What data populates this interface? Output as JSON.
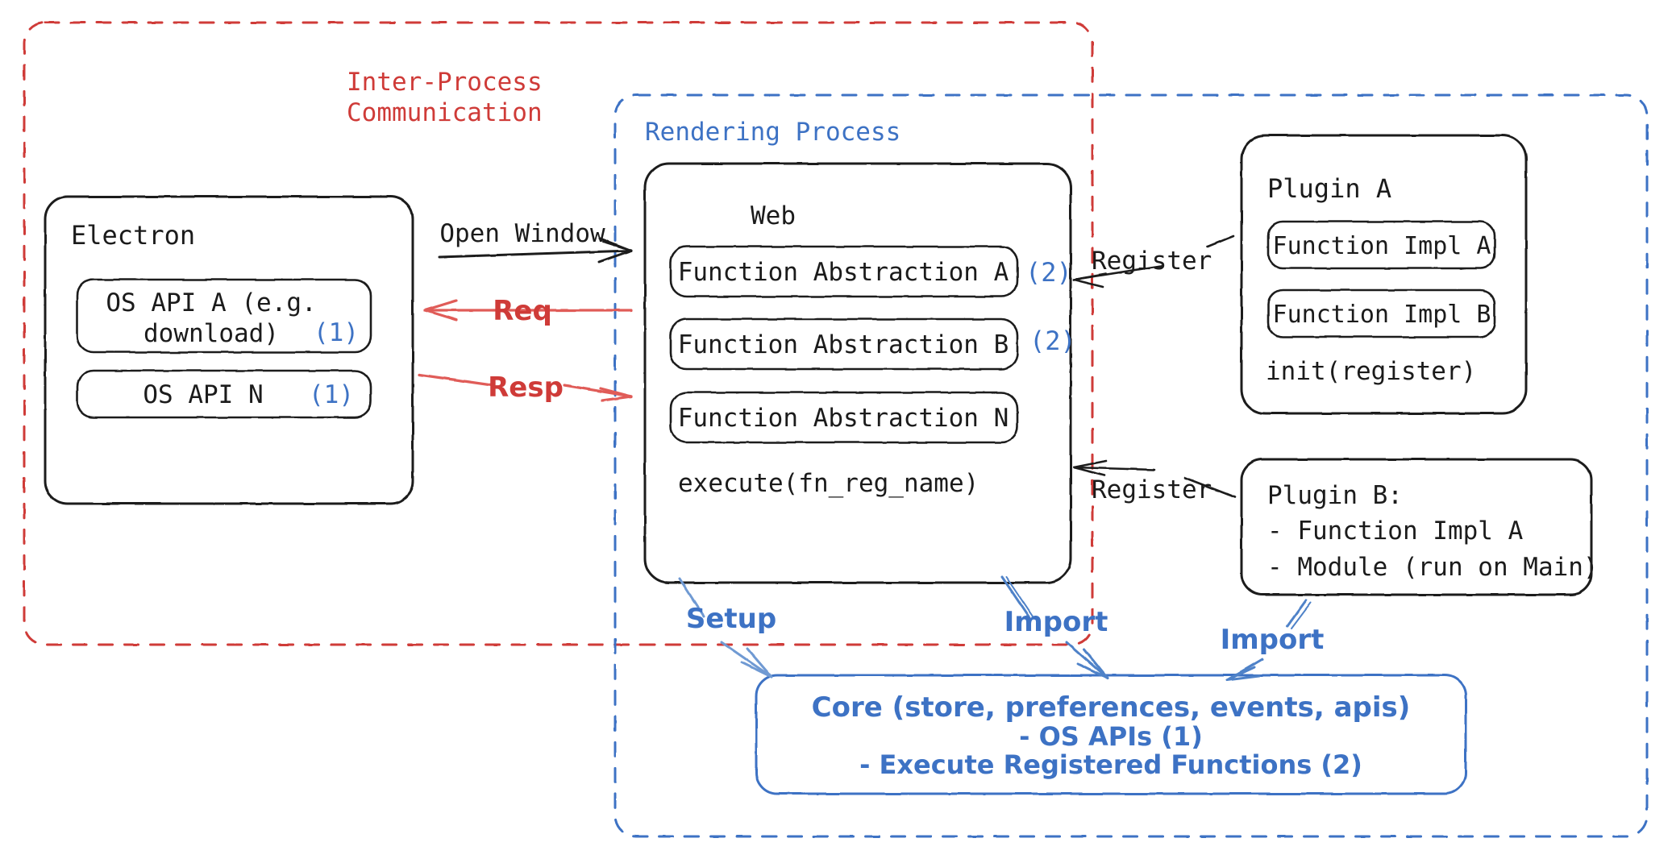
{
  "diagram": {
    "title_regions": {
      "ipc": {
        "label": "Inter-Process\nCommunication",
        "color": "#cf3b38"
      },
      "rendering": {
        "label": "Rendering Process",
        "color": "#3d72c4"
      }
    },
    "electron": {
      "title": "Electron",
      "items": [
        {
          "text": "OS API A (e.g.\ndownload)",
          "tag": "(1)"
        },
        {
          "text": "OS API N",
          "tag": "(1)"
        }
      ]
    },
    "web": {
      "title": "Web",
      "items": [
        {
          "text": "Function Abstraction A",
          "tag": "(2)"
        },
        {
          "text": "Function Abstraction B",
          "tag": "(2)"
        },
        {
          "text": "Function Abstraction N",
          "tag": ""
        }
      ],
      "footer": "execute(fn_reg_name)"
    },
    "plugin_a": {
      "title": "Plugin A",
      "items": [
        "Function Impl A",
        "Function Impl B"
      ],
      "footer": "init(register)"
    },
    "plugin_b": {
      "title": "Plugin B:",
      "lines": [
        "- Function Impl A",
        "- Module (run on Main)"
      ]
    },
    "core": {
      "lines": [
        "Core (store, preferences, events, apis)",
        "- OS APIs (1)",
        "- Execute Registered Functions (2)"
      ],
      "color": "#3d72c4"
    },
    "edges": [
      {
        "id": "open-window",
        "label": "Open Window",
        "color": "#1b1b1b"
      },
      {
        "id": "req",
        "label": "Req",
        "color": "#cf3b38"
      },
      {
        "id": "resp",
        "label": "Resp",
        "color": "#cf3b38"
      },
      {
        "id": "register-a",
        "label": "Register",
        "color": "#1b1b1b"
      },
      {
        "id": "register-b",
        "label": "Register",
        "color": "#1b1b1b"
      },
      {
        "id": "setup",
        "label": "Setup",
        "color": "#3d72c4"
      },
      {
        "id": "import-web",
        "label": "Import",
        "color": "#3d72c4"
      },
      {
        "id": "import-plugin-b",
        "label": "Import",
        "color": "#3d72c4"
      }
    ],
    "colors": {
      "red_dashed": "#cf3b38",
      "blue_dashed": "#3d72c4",
      "stroke_dark": "#1b1b1b",
      "background": "#ffffff"
    }
  }
}
